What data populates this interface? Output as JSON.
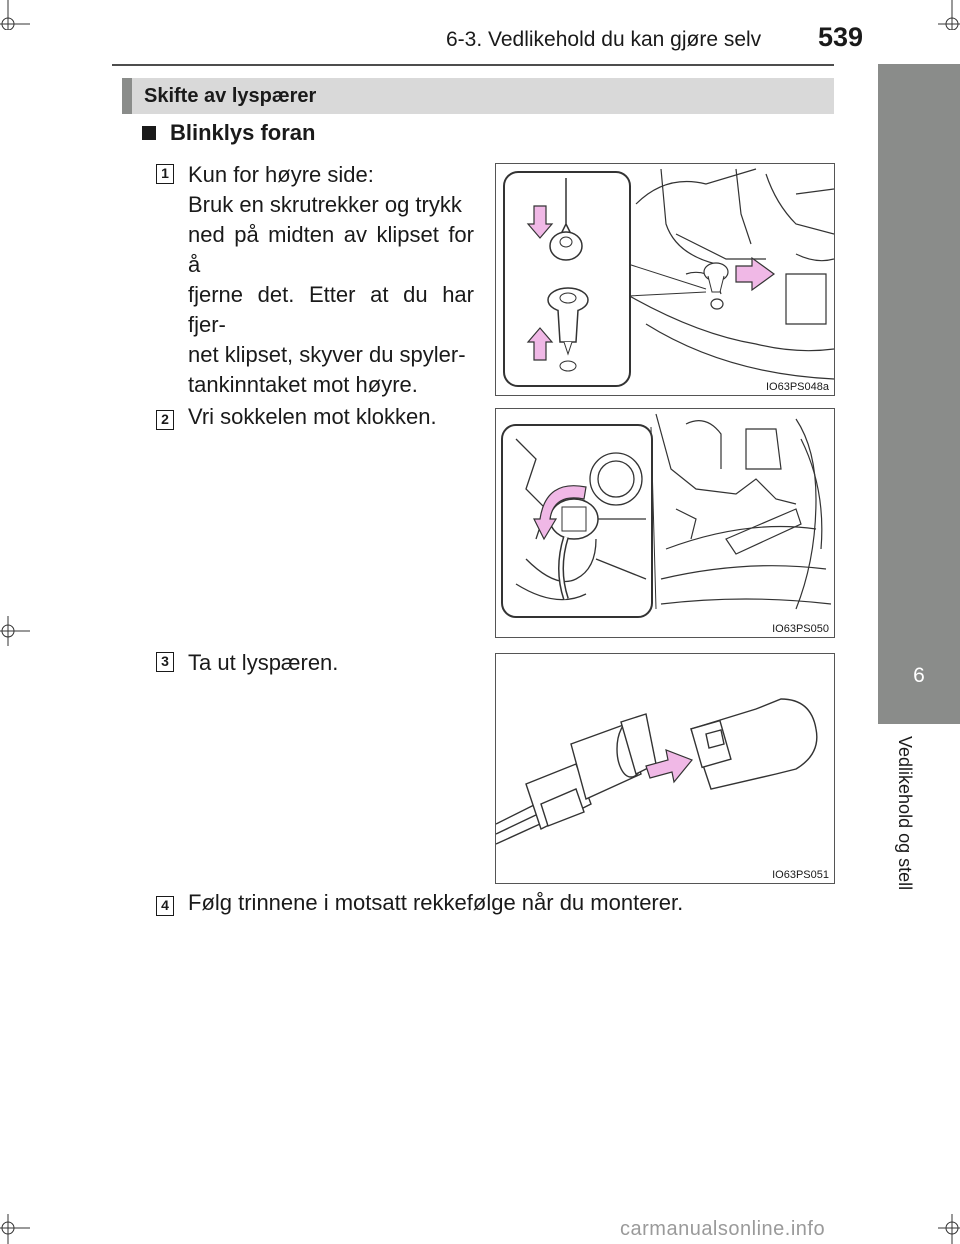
{
  "header": {
    "title": "6-3. Vedlikehold du kan gjøre selv",
    "page_number": "539"
  },
  "side_tab": {
    "chapter_number": "6",
    "chapter_label": "Vedlikehold og stell"
  },
  "section": {
    "title": "Skifte av lyspærer"
  },
  "subsection": {
    "title": "Blinklys foran"
  },
  "steps": [
    {
      "number": "1",
      "lines": [
        "Kun for høyre side:",
        "Bruk en skrutrekker og trykk",
        "ned på midten av klipset for å",
        "fjerne det. Etter at du har fjer-",
        "net klipset, skyver du spyler-",
        "tankinntaket mot høyre."
      ],
      "figure_code": "IO63PS048a"
    },
    {
      "number": "2",
      "text": "Vri sokkelen mot klokken.",
      "figure_code": "IO63PS050"
    },
    {
      "number": "3",
      "text": "Ta ut lyspæren.",
      "figure_code": "IO63PS051"
    },
    {
      "number": "4",
      "text": "Følg trinnene i motsatt rekkefølge når du monterer."
    }
  ],
  "colors": {
    "arrow_fill": "#f0b8e6",
    "tab_gray": "#8a8c8a",
    "bar_gray": "#d9d9d9"
  },
  "watermark": "carmanualsonline.info"
}
